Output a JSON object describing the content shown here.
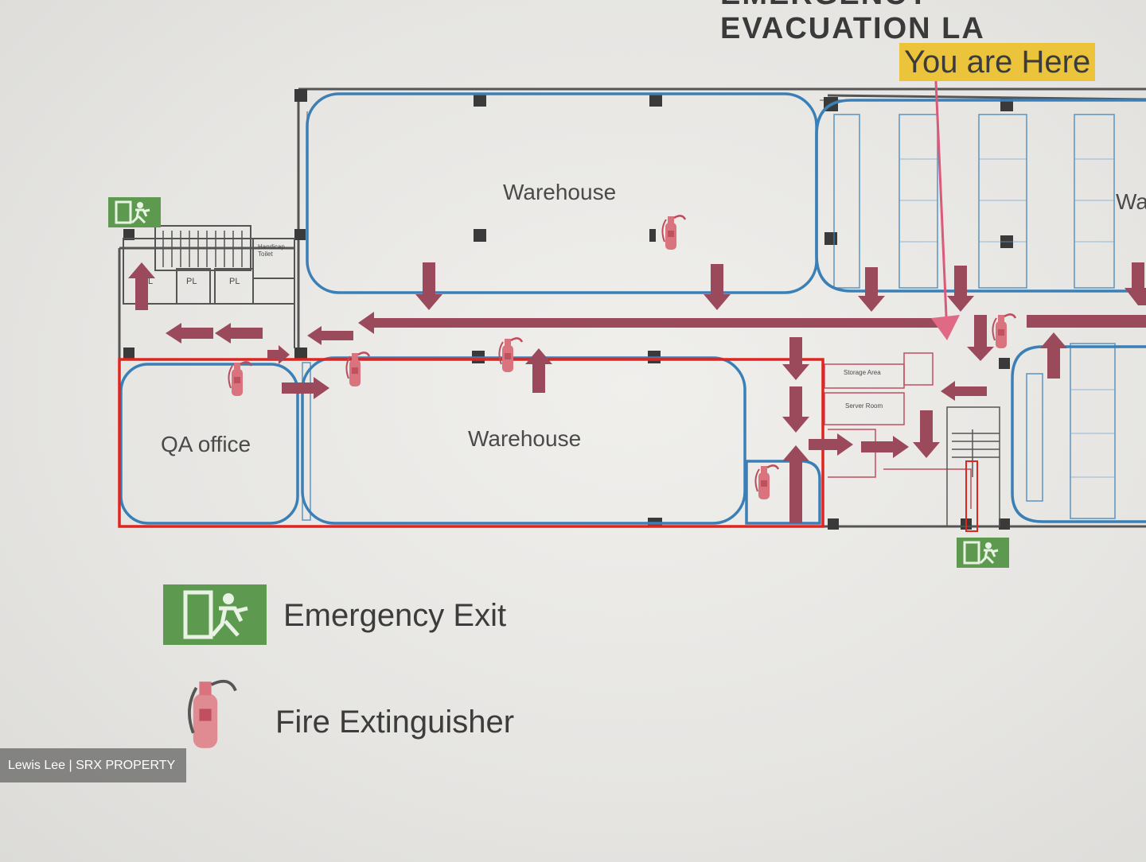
{
  "header": {
    "title_partial": "EMERGENCY EVACUATION LA"
  },
  "you_are_here": "You are Here",
  "rooms": {
    "warehouse_top": "Warehouse",
    "warehouse_right": "Wa",
    "warehouse_bottom": "Warehouse",
    "qa_office": "QA office",
    "handicap_toilet": "Handicap Toilet",
    "pl_1": "PL",
    "pl_2": "PL",
    "l": "L",
    "storage_area": "Storage Area",
    "server_room": "Server Room"
  },
  "legend": {
    "exit_label": "Emergency Exit",
    "extinguisher_label": "Fire Extinguisher"
  },
  "credit": "Lewis Lee | SRX PROPERTY",
  "colors": {
    "wall_blue": "#3a7fb5",
    "route_red": "#9b4a5c",
    "highlight_red": "#e0241f",
    "exit_green": "#5d9a4f",
    "extinguisher_pink": "#d9747f",
    "here_yellow": "#ecc43b"
  }
}
